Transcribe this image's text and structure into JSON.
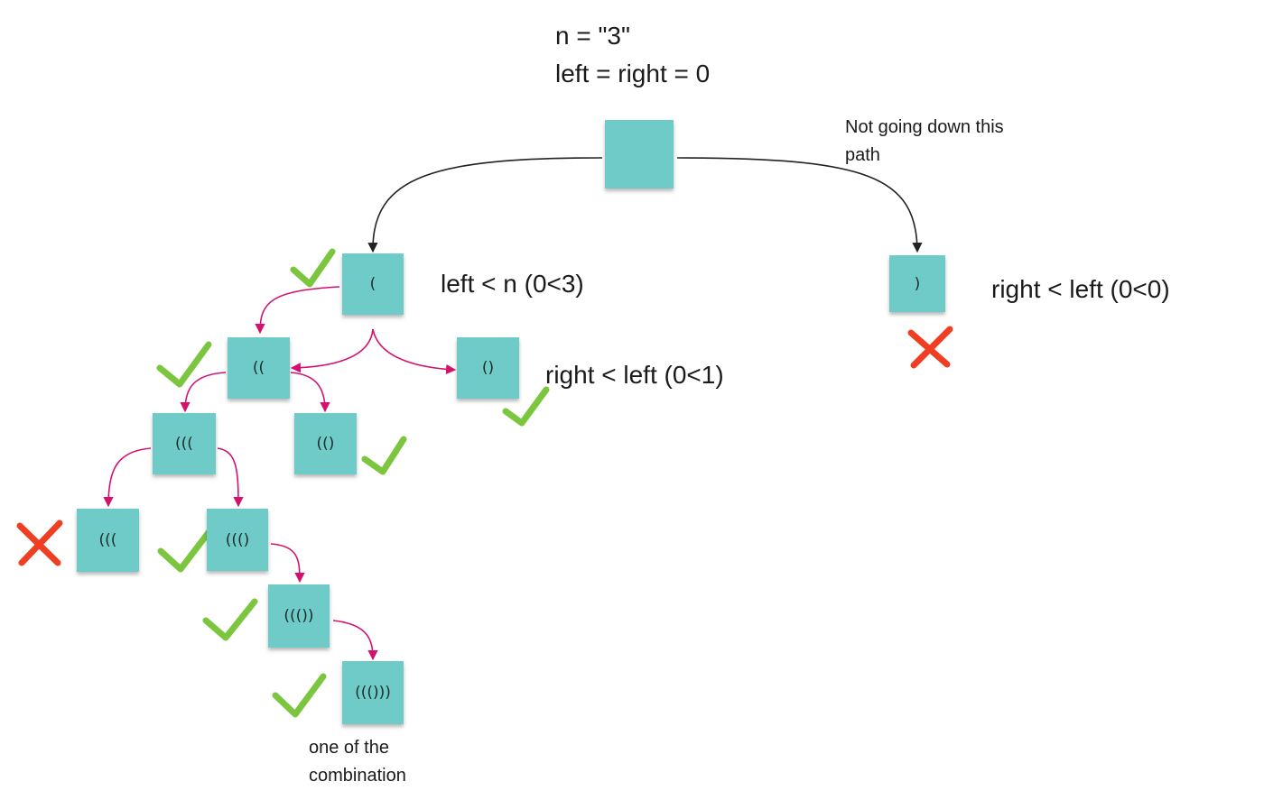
{
  "header": {
    "n_line": "n = \"3\"",
    "init_line": "left = right = 0"
  },
  "nodes": {
    "root": "",
    "open1": "(",
    "close1": ")",
    "open2": "((",
    "open_close": "()",
    "open3": "(((",
    "open2_close": "(()",
    "open4": "(((",
    "open3_close": "((()",
    "open3_close2": "((())",
    "open3_close3": "((()))"
  },
  "annotations": {
    "right_path_note": "Not going down this path",
    "left_cond": "left < n (0<3)",
    "right_cond_top": "right < left (0<0)",
    "right_cond_mid": "right < left (0<1)",
    "result_note": "one of the combination"
  },
  "colors": {
    "note": "#6ecbc7",
    "arrow_main": "#222222",
    "arrow_branch": "#d4126e",
    "check": "#7cc63f",
    "cross": "#ef3e22"
  }
}
